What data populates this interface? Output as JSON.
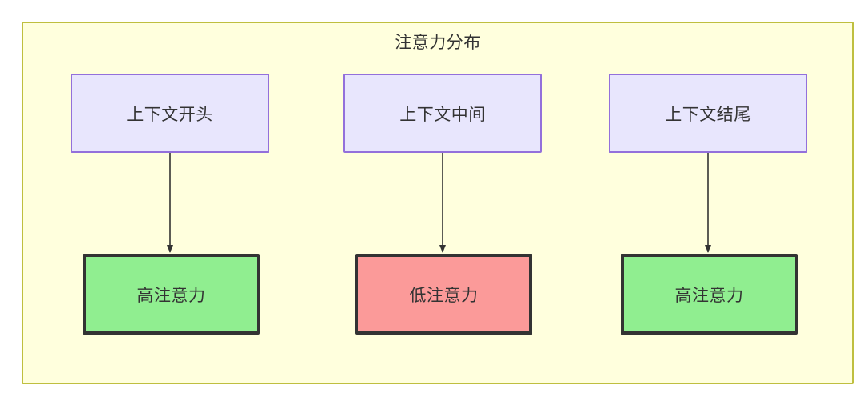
{
  "diagram": {
    "title": "注意力分布",
    "container": {
      "fill": "#ffffdd",
      "stroke": "#bfbf3f"
    },
    "columns": [
      {
        "top": {
          "label": "上下文开头",
          "fill": "#e8e6fd",
          "stroke": "#9370db"
        },
        "bottom": {
          "label": "高注意力",
          "fill": "#90ee90",
          "stroke": "#333333"
        },
        "edge": {
          "from": "上下文开头",
          "to": "高注意力",
          "arrow": "arrow-down"
        }
      },
      {
        "top": {
          "label": "上下文中间",
          "fill": "#e8e6fd",
          "stroke": "#9370db"
        },
        "bottom": {
          "label": "低注意力",
          "fill": "#fb9a99",
          "stroke": "#333333"
        },
        "edge": {
          "from": "上下文中间",
          "to": "低注意力",
          "arrow": "arrow-down"
        }
      },
      {
        "top": {
          "label": "上下文结尾",
          "fill": "#e8e6fd",
          "stroke": "#9370db"
        },
        "bottom": {
          "label": "高注意力",
          "fill": "#90ee90",
          "stroke": "#333333"
        },
        "edge": {
          "from": "上下文结尾",
          "to": "高注意力",
          "arrow": "arrow-down"
        }
      }
    ]
  }
}
